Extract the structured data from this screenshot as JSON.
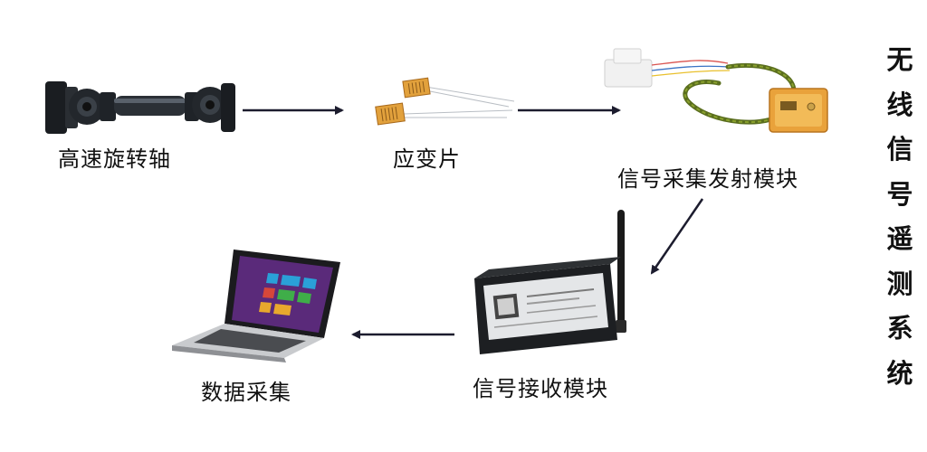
{
  "nodes": {
    "shaft": "高速旋转轴",
    "strain_gauge": "应变片",
    "transmitter": "信号采集发射模块",
    "receiver": "信号接收模块",
    "laptop": "数据采集"
  },
  "side_title": [
    "无",
    "线",
    "信",
    "号",
    "遥",
    "测",
    "系",
    "统"
  ]
}
